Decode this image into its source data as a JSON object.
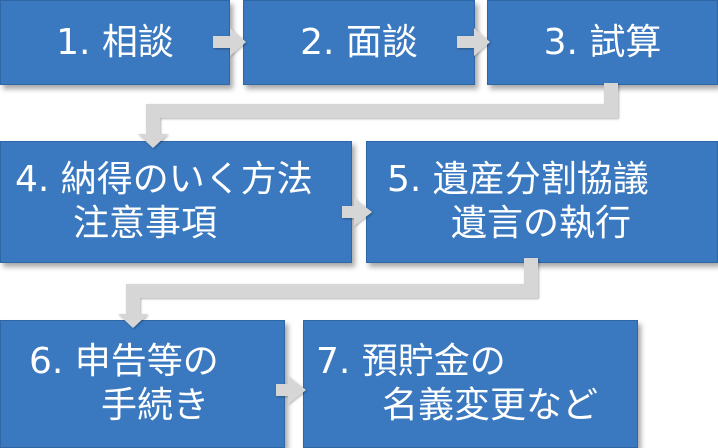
{
  "steps": [
    {
      "id": "1",
      "lines": [
        "1. 相談"
      ]
    },
    {
      "id": "2",
      "lines": [
        "2. 面談"
      ]
    },
    {
      "id": "3",
      "lines": [
        "3. 試算"
      ]
    },
    {
      "id": "4",
      "lines": [
        "4. 納得のいく方法",
        "注意事項"
      ]
    },
    {
      "id": "5",
      "lines": [
        "5. 遺産分割協議",
        "遺言の執行"
      ]
    },
    {
      "id": "6",
      "lines": [
        "6. 申告等の",
        "手続き"
      ]
    },
    {
      "id": "7",
      "lines": [
        "7. 預貯金の",
        "名義変更など"
      ]
    }
  ],
  "colors": {
    "box": "#3a78bf",
    "arrow": "#d6d6d6",
    "text": "#ffffff"
  }
}
